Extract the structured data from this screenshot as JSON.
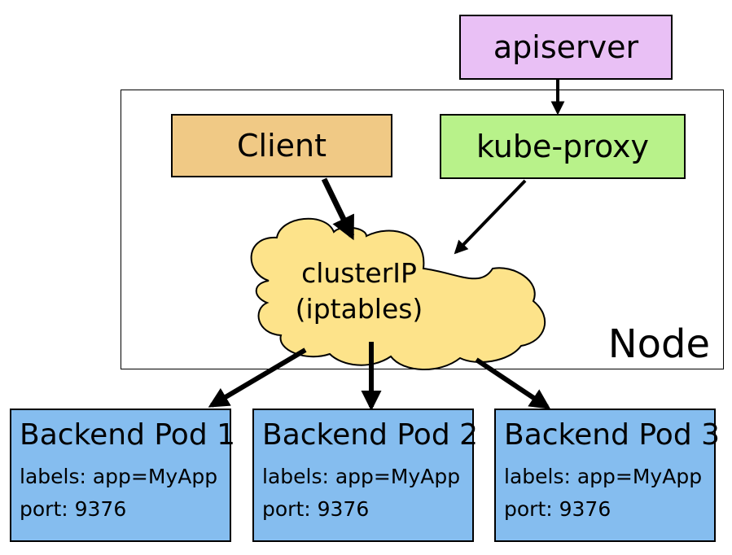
{
  "colors": {
    "apiserver": "#e9c0f5",
    "client": "#f0c985",
    "kube_proxy": "#b8f28a",
    "cluster_ip": "#fde38a",
    "backend_pod": "#85bdef",
    "node": "#ffffff"
  },
  "apiserver": {
    "label": "apiserver"
  },
  "node": {
    "label": "Node",
    "client": {
      "label": "Client"
    },
    "kube_proxy": {
      "label": "kube-proxy"
    },
    "cluster_ip": {
      "line1": "clusterIP",
      "line2": "(iptables)"
    }
  },
  "pods": [
    {
      "title": "Backend Pod 1",
      "labels": "labels: app=MyApp",
      "port": "port: 9376"
    },
    {
      "title": "Backend Pod 2",
      "labels": "labels: app=MyApp",
      "port": "port: 9376"
    },
    {
      "title": "Backend Pod 3",
      "labels": "labels: app=MyApp",
      "port": "port: 9376"
    }
  ]
}
